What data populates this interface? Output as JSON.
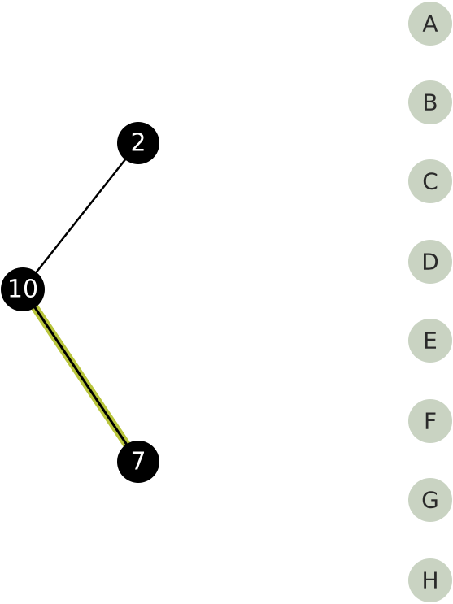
{
  "colors": {
    "background": "#ffffff",
    "node_fill": "#000000",
    "node_text": "#ffffff",
    "edge": "#000000",
    "highlight": "#b9c53c",
    "slot_fill": "#c9d3c2",
    "slot_text": "#2a2a2a"
  },
  "tree": {
    "nodes": [
      {
        "id": "n2",
        "label": "2"
      },
      {
        "id": "n10",
        "label": "10"
      },
      {
        "id": "n7",
        "label": "7"
      }
    ],
    "edges": [
      {
        "from": "n10",
        "to": "n2",
        "highlighted": false
      },
      {
        "from": "n10",
        "to": "n7",
        "highlighted": true
      }
    ]
  },
  "slots": [
    "A",
    "B",
    "C",
    "D",
    "E",
    "F",
    "G",
    "H"
  ]
}
